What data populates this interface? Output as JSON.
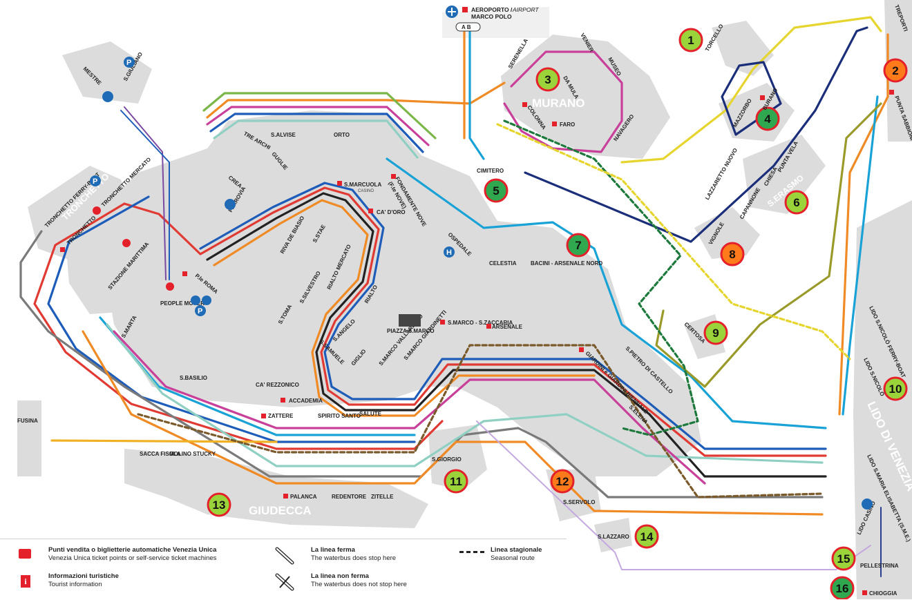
{
  "airport": {
    "title_a": "AEROPORTO / ",
    "title_b": "AIRPORT",
    "subtitle": "MARCO POLO",
    "lines": "A B"
  },
  "areas": {
    "murano": "MURANO",
    "giudecca": "GIUDECCA",
    "lido": "LIDO DI VENEZIA",
    "serasmo": "S.ERASMO",
    "tronchetto": "TRONCHETTO"
  },
  "zones": [
    {
      "n": "1",
      "color": "#9bd33b"
    },
    {
      "n": "2",
      "color": "#ff7a1a"
    },
    {
      "n": "3",
      "color": "#9bd33b"
    },
    {
      "n": "4",
      "color": "#2fa84f"
    },
    {
      "n": "5",
      "color": "#2fa84f"
    },
    {
      "n": "6",
      "color": "#9bd33b"
    },
    {
      "n": "7",
      "color": "#2fa84f"
    },
    {
      "n": "8",
      "color": "#ff7a1a"
    },
    {
      "n": "9",
      "color": "#9bd33b"
    },
    {
      "n": "10",
      "color": "#9bd33b"
    },
    {
      "n": "11",
      "color": "#9bd33b"
    },
    {
      "n": "12",
      "color": "#ff7a1a"
    },
    {
      "n": "13",
      "color": "#9bd33b"
    },
    {
      "n": "14",
      "color": "#9bd33b"
    },
    {
      "n": "15",
      "color": "#9bd33b"
    },
    {
      "n": "16",
      "color": "#2fa84f"
    }
  ],
  "stops": {
    "s_giuliano": "S.GIULIANO",
    "mestre": "MESTRE",
    "tronchetto_fb": "TRONCHETTO FERRY-BOAT",
    "tronchetto_mercato": "TRONCHETTO MERCATO",
    "tronchetto": "TRONCHETTO",
    "stazione_marittima": "STAZIONE MARITTIMA",
    "people_mover": "PEOPLE MOVER",
    "p_roma": "P.le ROMA",
    "s_marta": "S.MARTA",
    "ferrovia": "FERROVIA",
    "tre_archi": "TRE ARCHI",
    "guglie": "GUGLIE",
    "crea": "CREA",
    "s_alvise": "S.ALVISE",
    "orto": "ORTO",
    "riva_de_biasio": "RIVA DE BIASIO",
    "s_stae": "S.STAE",
    "s_marcuola": "S.MARCUOLA",
    "casino": "CASINÒ",
    "ca_doro": "CA' D'ORO",
    "fondamente_nove": "FONDAMENTE NOVE",
    "fm_nove": "(F.te NOVE)",
    "ospedale": "OSPEDALE",
    "cimitero": "CIMITERO",
    "rialto_mercato": "RIALTO MERCATO",
    "rialto": "RIALTO",
    "s_silvestro": "S.SILVESTRO",
    "s_toma": "S.TOMA",
    "s_angelo": "S.ANGELO",
    "s_samuele": "S.SAMUELE",
    "giglio": "GIGLIO",
    "ca_rezzonico": "CA' REZZONICO",
    "accademia": "ACCADEMIA",
    "salute": "SALUTE",
    "s_marco_vallaresso": "S.MARCO VALLARESSO",
    "s_marco_giardinetti": "S.MARCO GIARDINETTI",
    "piazza_s_marco": "PIAZZA S.MARCO",
    "s_marco_zaccaria": "S.MARCO - S.ZACCARIA",
    "arsenale": "ARSENALE",
    "celestia": "CELESTIA",
    "bacini": "BACINI - ARSENALE NORD",
    "giardini": "GIARDINI e GIARDINI BIENNALE",
    "s_pietro": "S.PIETRO DI CASTELLO",
    "certosa": "CERTOSA",
    "s_elena": "S.ELENA",
    "s_basilio": "S.BASILIO",
    "zattere": "ZATTERE",
    "spirito_santo": "SPIRITO SANTO",
    "fusina": "FUSINA",
    "sacca_fisola": "SACCA FISOLA",
    "molino_stucky": "MOLINO STUCKY",
    "palanca": "PALANCA",
    "redentore": "REDENTORE",
    "zitelle": "ZITELLE",
    "s_giorgio": "S.GIORGIO",
    "s_servolo": "S.SERVOLO",
    "s_lazzaro": "S.LAZZARO",
    "serenella": "SERENELLA",
    "venier": "VENIER",
    "museo": "MUSEO",
    "da_mula": "DA MULA",
    "colonna": "COLONNA",
    "faro": "FARO",
    "navagero": "NAVAGERO",
    "torcello": "TORCELLO",
    "burano": "BURANO",
    "mazzorbo": "MAZZORBO",
    "treporti": "TREPORTI",
    "punta_sabbioni": "PUNTA SABBIONI",
    "lazzaretto": "LAZZARETTO NUOVO",
    "capannone": "CAPANNONE",
    "chiesa": "CHIESA",
    "punta_vela": "PUNTA VELA",
    "vignole": "VIGNOLE",
    "lido_sme": "LIDO S.MARIA ELISABETTA (S.M.E.)",
    "lido_snicolo_fb": "LIDO S.NICOLÒ FERRY-BOAT",
    "lido_snicolo": "LIDO S.NICOLÒ",
    "lido_casino": "LIDO CASINÒ",
    "pellestrina": "PELLESTRINA",
    "chioggia": "CHIOGGIA"
  },
  "legend": [
    {
      "bold": "Punti vendita o biglietterie automatiche Venezia Unica",
      "sub": "Venezia Unica ticket points or self-service ticket machines"
    },
    {
      "bold": "Informazioni turistiche",
      "sub": "Tourist information"
    },
    {
      "bold": "La linea ferma",
      "sub": "The waterbus does stop here"
    },
    {
      "bold": "La linea non ferma",
      "sub": "The waterbus does not stop here"
    },
    {
      "bold": "Linea stagionale",
      "sub": "Seasonal route"
    }
  ],
  "colors": {
    "land": "#dcdcdc",
    "water": "#ffffff",
    "ticket": "#e4202a",
    "info_blue": "#1f6bb5"
  }
}
